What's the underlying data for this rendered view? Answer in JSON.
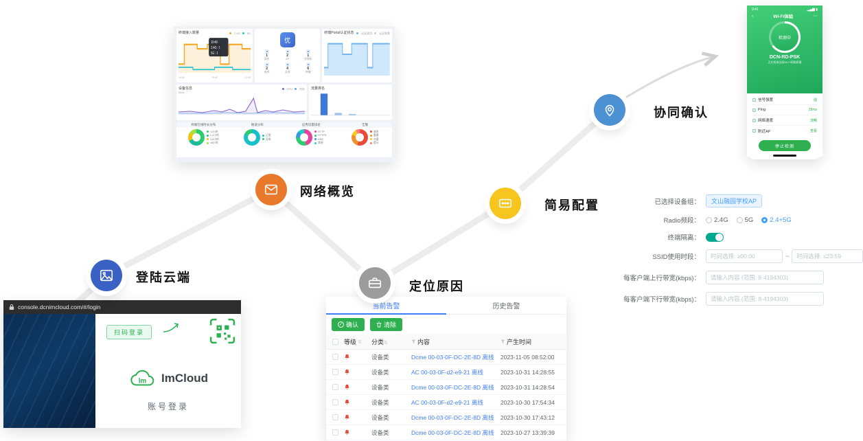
{
  "flow": {
    "steps": [
      {
        "label": "登陆云端",
        "color": "#3a62c4"
      },
      {
        "label": "网络概览",
        "color": "#e8782a"
      },
      {
        "label": "定位原因",
        "color": "#9c9c9c"
      },
      {
        "label": "简易配置",
        "color": "#f6c51e"
      },
      {
        "label": "协同确认",
        "color": "#4a90d2"
      }
    ]
  },
  "browser": {
    "url": "console.dcnimcloud.com/#/login"
  },
  "login": {
    "scan_login": "扫码登录",
    "logo_text": "lm",
    "brand": "ImCloud",
    "account_login": "账号登录"
  },
  "dashboard": {
    "access": {
      "title": "终端接入数量",
      "legend": [
        "2.4G",
        "5G"
      ],
      "tooltip_time": "10:40",
      "tooltip_line1": "2.4G : 1",
      "tooltip_line2": "5G : 1",
      "xticks": [
        "10:20",
        "10:40",
        "11:00"
      ]
    },
    "health": {
      "score": "优",
      "stats": [
        {
          "value": "1",
          "label": "网关"
        },
        {
          "value": "2",
          "label": "AP"
        },
        {
          "value": "1",
          "label": "交换机"
        },
        {
          "value": "2",
          "label": "有线"
        },
        {
          "value": "4",
          "label": "无线"
        },
        {
          "value": "6",
          "label": "终端"
        }
      ]
    },
    "portal": {
      "title": "终端Portal认证状态",
      "legend": [
        "认证成功",
        "认证失败"
      ]
    },
    "device": {
      "title": "设备信息",
      "unit": "Mbps",
      "legend": [
        "CPU",
        "内存"
      ]
    },
    "traffic": {
      "title": "流量排名"
    },
    "donuts": [
      {
        "title": "终端在线时长分布",
        "legend": [
          "<1小时",
          "1-4小时",
          "4-8小时",
          ">8小时"
        ]
      },
      {
        "title": "隧道分布",
        "legend": [
          "正常",
          "异常"
        ]
      },
      {
        "title": "应用流量排名",
        "legend": [
          "HTTP",
          "HTTPS",
          "DNS",
          "其他"
        ]
      },
      {
        "title": "告警",
        "legend": [
          "紧急",
          "重要",
          "次要",
          "提示"
        ]
      }
    ]
  },
  "alarms": {
    "tab_current": "当前告警",
    "tab_history": "历史告警",
    "confirm": "确认",
    "clear": "清除",
    "col_level": "等级",
    "col_category": "分类",
    "col_content": "内容",
    "col_time": "产生时间",
    "rows": [
      {
        "category": "设备类",
        "content": "Dcme 00-03-0F-DC-2E-8D 离线",
        "time": "2023-11-05 08:52:00"
      },
      {
        "category": "设备类",
        "content": "AC 00-03-0F-d2-e9-21 离线",
        "time": "2023-10-31 14:28:55"
      },
      {
        "category": "设备类",
        "content": "Dcme 00-03-0F-DC-2E-8D 离线",
        "time": "2023-10-31 14:28:54"
      },
      {
        "category": "设备类",
        "content": "AC 00-03-0F-d2-e9-21 离线",
        "time": "2023-10-30 17:54:34"
      },
      {
        "category": "设备类",
        "content": "Dcme 00-03-0F-DC-2E-8D 离线",
        "time": "2023-10-30 17:43:12"
      },
      {
        "category": "设备类",
        "content": "Dcme 00-03-0F-DC-2E-8D 离线",
        "time": "2023-10-27 13:39:39"
      }
    ]
  },
  "config": {
    "device_label": "已选择设备组：",
    "device_value": "文山融园学校AP",
    "radio_label": "Radio频段：",
    "radio_options": [
      "2.4G",
      "5G",
      "2.4+5G"
    ],
    "isolation_label": "终端隔离：",
    "ssid_label": "SSID使用时段：",
    "time_from": "时间选择: ≥00:00",
    "time_to": "时间选择: ≤23:59",
    "tilde": "~",
    "up_label": "每客户端上行带宽(kbps)：",
    "down_label": "每客户端下行带宽(kbps)：",
    "bw_placeholder": "请输入内容 (范围: 8-4194303)"
  },
  "phone": {
    "time": "9:41",
    "back": "‹",
    "more": "⋯",
    "title": "Wi-Fi体验",
    "gauge_text": "检测中",
    "ssid": "DCN-RD-PSK",
    "subtitle": "正在检测当前Wi-Fi网络质量",
    "rows": [
      {
        "label": "信号强度",
        "value": "强"
      },
      {
        "label": "Ping",
        "value": "28ms"
      },
      {
        "label": "网络速度",
        "value": "流畅"
      },
      {
        "label": "附近AP",
        "value": "查看"
      }
    ],
    "button": "停止检测"
  }
}
